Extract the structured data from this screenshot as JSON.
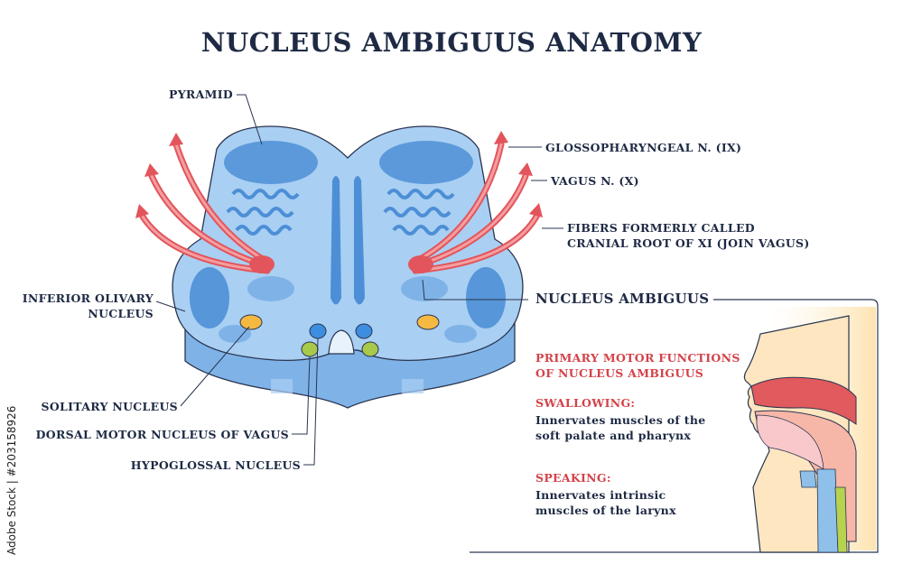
{
  "title": "NUCLEUS AMBIGUUS ANATOMY",
  "labels": {
    "pyramid": "PYRAMID",
    "glossopharyngeal": "GLOSSOPHARYNGEAL N. (IX)",
    "vagus": "VAGUS N. (X)",
    "fibers_line1": "FIBERS FORMERLY CALLED",
    "fibers_line2": "CRANIAL ROOT OF XI (JOIN VAGUS)",
    "inferior_olivary_line1": "INFERIOR OLIVARY",
    "inferior_olivary_line2": "NUCLEUS",
    "nucleus_ambiguus": "NUCLEUS AMBIGUUS",
    "solitary": "SOLITARY NUCLEUS",
    "dorsal_motor": "DORSAL MOTOR NUCLEUS OF VAGUS",
    "hypoglossal": "HYPOGLOSSAL NUCLEUS"
  },
  "functions": {
    "heading_line1": "PRIMARY MOTOR FUNCTIONS",
    "heading_line2": "OF NUCLEUS AMBIGUUS",
    "swallowing_title": "SWALLOWING:",
    "swallowing_line1": "Innervates muscles of the",
    "swallowing_line2": "soft palate and pharynx",
    "speaking_title": "SPEAKING:",
    "speaking_line1": "Innervates intrinsic",
    "speaking_line2": "muscles of the larynx"
  },
  "watermark_id": "Adobe Stock | #203158926",
  "colors": {
    "medulla_light": "#a9cff3",
    "medulla_mid": "#7fb3e8",
    "medulla_dark": "#4d8fd6",
    "nerve_red": "#e2555c",
    "nerve_fill": "#f08a8c",
    "solitary_orange": "#f5b942",
    "dorsal_green": "#a8c94a",
    "hypoglossal_blue": "#3d8ee0",
    "text_navy": "#1e2a44",
    "accent_red": "#d3434a"
  }
}
